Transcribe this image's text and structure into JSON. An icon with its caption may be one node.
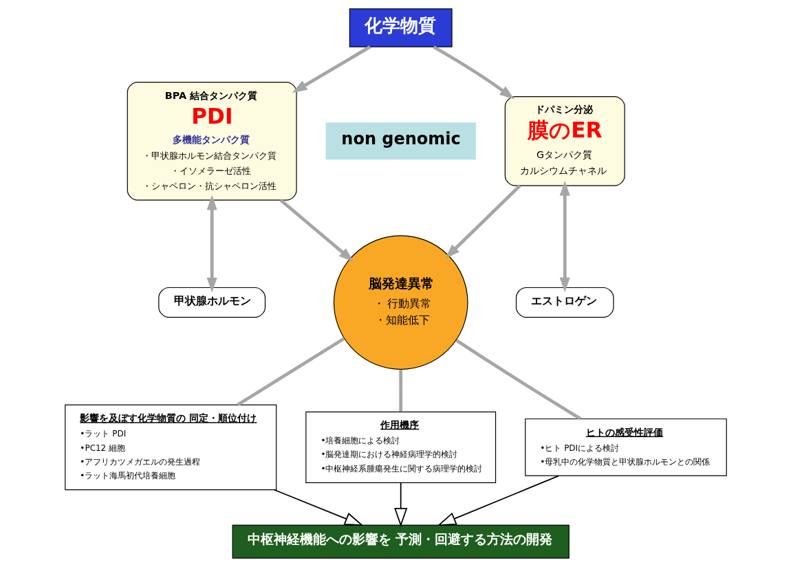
{
  "diagram": {
    "nodes": [
      {
        "text": [
          "化学物質"
        ]
      },
      {
        "text": [
          "BPA 結合タンパク質",
          "PDI",
          "多機能タンパク質",
          "・甲状腺ホルモン結合タンパク質",
          "・イソメラーゼ活性",
          "・シャペロン・抗シャペロン活性"
        ]
      },
      {
        "text": [
          "non genomic"
        ]
      },
      {
        "text": [
          "ドパミン分泌",
          "膜のER",
          "Gタンパク質",
          "カルシウムチャネル"
        ]
      },
      {
        "text": [
          "甲状腺ホルモン"
        ]
      },
      {
        "text": [
          "脳発達異常",
          "・ 行動異常",
          "・知能低下"
        ]
      },
      {
        "text": [
          "エストロゲン"
        ]
      },
      {
        "text": [
          "影響を及ぼす化学物質の 同定・順位付け",
          "•ラット PDI",
          "•PC12 細胞",
          "•アフリカツメガエルの発生過程",
          "•ラット海馬初代培養細胞"
        ]
      },
      {
        "text": [
          "作用機序",
          "•培養細胞による検討",
          "•脳発達期における神経病理学的検討",
          "•中枢神経系腫瘍発生に関する病理学的検討"
        ]
      },
      {
        "text": [
          "ヒトの感受性評価",
          "•ヒト PDIによる検討",
          "•母乳中の化学物質と甲状腺ホルモンとの関係"
        ]
      },
      {
        "text": [
          "中枢神経機能への影響を 予測・回避する方法の開発"
        ]
      }
    ],
    "edges": [
      {
        "from": 0,
        "to": 1,
        "arrow": "to"
      },
      {
        "from": 0,
        "to": 3,
        "arrow": "to"
      },
      {
        "from": 1,
        "to": 4,
        "arrow": "both"
      },
      {
        "from": 3,
        "to": 6,
        "arrow": "both"
      },
      {
        "from": 1,
        "to": 5,
        "arrow": "to"
      },
      {
        "from": 3,
        "to": 5,
        "arrow": "to"
      },
      {
        "from": 5,
        "to": 7,
        "arrow": "none"
      },
      {
        "from": 5,
        "to": 8,
        "arrow": "none"
      },
      {
        "from": 5,
        "to": 9,
        "arrow": "none"
      },
      {
        "from": 7,
        "to": 10,
        "arrow": "to",
        "color": "#000000"
      },
      {
        "from": 8,
        "to": 10,
        "arrow": "to",
        "color": "#000000"
      },
      {
        "from": 9,
        "to": 10,
        "arrow": "to",
        "color": "#000000"
      }
    ]
  }
}
